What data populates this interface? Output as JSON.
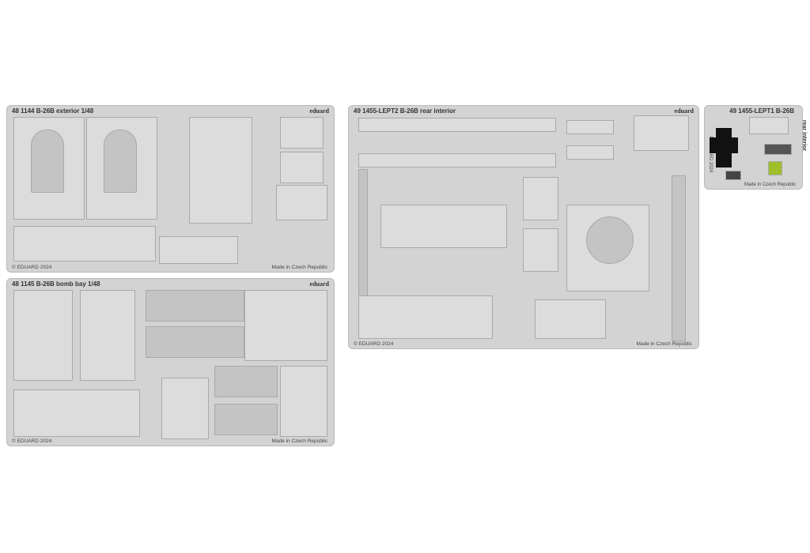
{
  "frets": [
    {
      "title": "48 1144 B-26B exterior 1/48",
      "brand": "eduard",
      "copyright": "© EDUARD 2024",
      "made_in": "Made in Czech Republic"
    },
    {
      "title": "48 1145 B-26B bomb bay 1/48",
      "brand": "eduard",
      "copyright": "© EDUARD 2024",
      "made_in": "Made in Czech Republic"
    },
    {
      "title": "49 1455-LEPT2  B-26B rear interior",
      "brand": "eduard",
      "copyright": "© EDUARD 2024",
      "made_in": "Made in Czech Republic"
    },
    {
      "title": "49 1455-LEPT1  B-26B",
      "subtitle": "rear interior",
      "copyright": "© EDUARD 2024",
      "made_in": "Made in Czech Republic"
    }
  ],
  "colors": {
    "fret": "#d3d3d3",
    "painted_black": "#111111",
    "painted_green": "#9fbf2a"
  }
}
